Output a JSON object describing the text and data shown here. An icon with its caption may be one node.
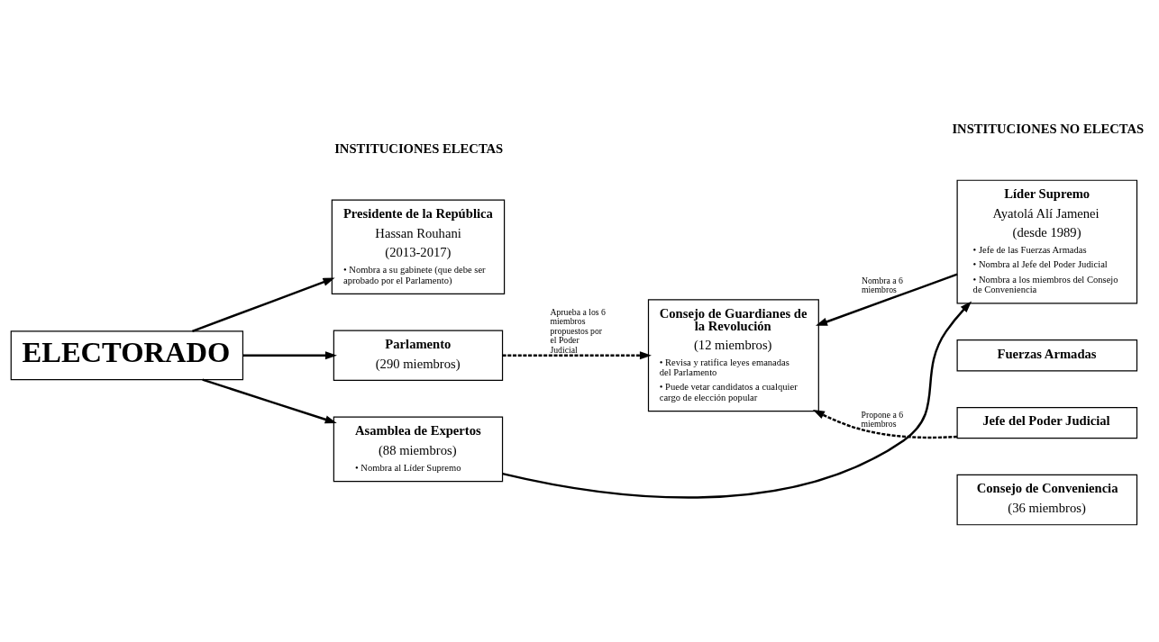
{
  "diagram": {
    "nodes": [
      {
        "text": [
          "ELECTORADO"
        ]
      },
      {
        "text": [
          "Presidente de la República",
          "Hassan Rouhani",
          "(2013-2017)",
          "• Nombra a su gabinete (que debe ser aprobado por el Parlamento)"
        ]
      },
      {
        "text": [
          "Parlamento",
          "(290 miembros)"
        ]
      },
      {
        "text": [
          "Asamblea de Expertos",
          "(88 miembros)",
          "• Nombra al Líder Supremo"
        ]
      },
      {
        "text": [
          "Consejo de Guardianes de la Revolución",
          "(12 miembros)",
          "• Revisa y ratifica leyes emanadas del Parlamento",
          "• Puede vetar candidatos a cualquier cargo de elección popular"
        ]
      },
      {
        "text": [
          "Líder Supremo",
          "Ayatolá Alí Jamenei",
          "(desde 1989)",
          "• Jefe de las Fuerzas Armadas",
          "• Nombra al Jefe del Poder Judicial",
          "• Nombra a los miembros del Consejo de Conveniencia"
        ]
      },
      {
        "text": [
          "Fuerzas Armadas"
        ]
      },
      {
        "text": [
          "Jefe del Poder Judicial"
        ]
      },
      {
        "text": [
          "Consejo de Conveniencia",
          "(36 miembros)"
        ]
      }
    ],
    "edges": [
      {
        "from": 0,
        "to": 1,
        "arrow": "to"
      },
      {
        "from": 0,
        "to": 2,
        "arrow": "to"
      },
      {
        "from": 0,
        "to": 3,
        "arrow": "to"
      },
      {
        "from": 2,
        "to": 4,
        "arrow": "to",
        "style": "dashed",
        "label": "Aprueba a los 6 miembros propuestos por el Poder Judicial"
      },
      {
        "from": 5,
        "to": 4,
        "arrow": "to",
        "label": "Nombra a 6 miembros"
      },
      {
        "from": 7,
        "to": 4,
        "arrow": "to",
        "style": "dashed",
        "label": "Propone a 6 miembros"
      },
      {
        "from": 3,
        "to": 5,
        "arrow": "to"
      }
    ],
    "labels": [
      "INSTITUCIONES ELECTAS",
      "INSTITUCIONES NO ELECTAS"
    ]
  }
}
